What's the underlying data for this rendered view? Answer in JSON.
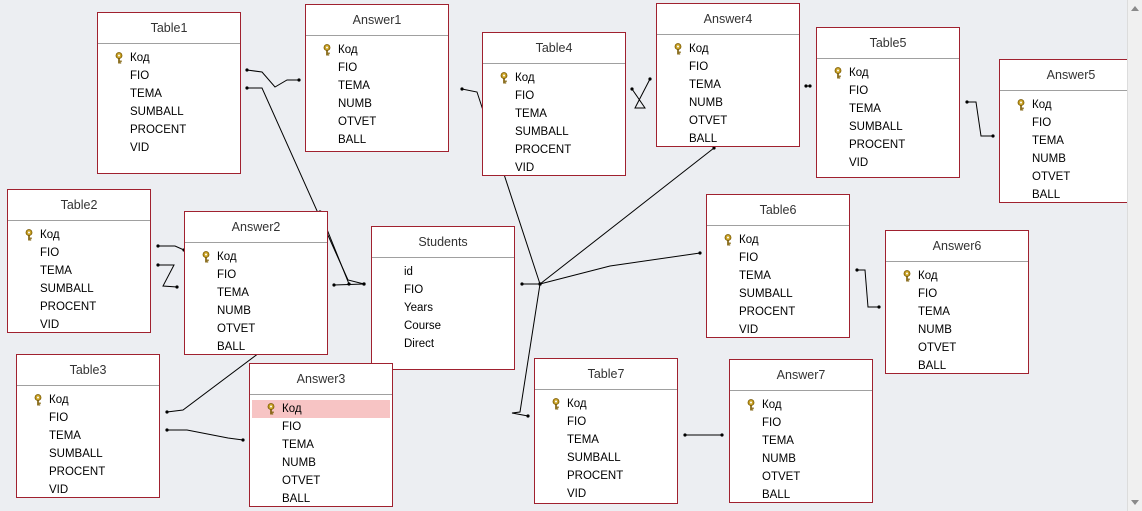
{
  "diagram": {
    "tables": [
      {
        "id": "table1",
        "title": "Table1",
        "fields": [
          "Код",
          "FIO",
          "TEMA",
          "SUMBALL",
          "PROCENT",
          "VID"
        ]
      },
      {
        "id": "answer1",
        "title": "Answer1",
        "fields": [
          "Код",
          "FIO",
          "TEMA",
          "NUMB",
          "OTVET",
          "BALL"
        ]
      },
      {
        "id": "table4",
        "title": "Table4",
        "fields": [
          "Код",
          "FIO",
          "TEMA",
          "SUMBALL",
          "PROCENT",
          "VID"
        ]
      },
      {
        "id": "answer4",
        "title": "Answer4",
        "fields": [
          "Код",
          "FIO",
          "TEMA",
          "NUMB",
          "OTVET",
          "BALL"
        ]
      },
      {
        "id": "table5",
        "title": "Table5",
        "fields": [
          "Код",
          "FIO",
          "TEMA",
          "SUMBALL",
          "PROCENT",
          "VID"
        ]
      },
      {
        "id": "answer5",
        "title": "Answer5",
        "fields": [
          "Код",
          "FIO",
          "TEMA",
          "NUMB",
          "OTVET",
          "BALL"
        ]
      },
      {
        "id": "table2",
        "title": "Table2",
        "fields": [
          "Код",
          "FIO",
          "TEMA",
          "SUMBALL",
          "PROCENT",
          "VID"
        ]
      },
      {
        "id": "answer2",
        "title": "Answer2",
        "fields": [
          "Код",
          "FIO",
          "TEMA",
          "NUMB",
          "OTVET",
          "BALL"
        ]
      },
      {
        "id": "students",
        "title": "Students",
        "fields": [
          "id",
          "FIO",
          "Years",
          "Course",
          "Direct"
        ]
      },
      {
        "id": "table6",
        "title": "Table6",
        "fields": [
          "Код",
          "FIO",
          "TEMA",
          "SUMBALL",
          "PROCENT",
          "VID"
        ]
      },
      {
        "id": "answer6",
        "title": "Answer6",
        "fields": [
          "Код",
          "FIO",
          "TEMA",
          "NUMB",
          "OTVET",
          "BALL"
        ]
      },
      {
        "id": "table3",
        "title": "Table3",
        "fields": [
          "Код",
          "FIO",
          "TEMA",
          "SUMBALL",
          "PROCENT",
          "VID"
        ]
      },
      {
        "id": "answer3",
        "title": "Answer3",
        "fields": [
          "Код",
          "FIO",
          "TEMA",
          "NUMB",
          "OTVET",
          "BALL"
        ],
        "selected_field": 0
      },
      {
        "id": "table7",
        "title": "Table7",
        "fields": [
          "Код",
          "FIO",
          "TEMA",
          "SUMBALL",
          "PROCENT",
          "VID"
        ]
      },
      {
        "id": "answer7",
        "title": "Answer7",
        "fields": [
          "Код",
          "FIO",
          "TEMA",
          "NUMB",
          "OTVET",
          "BALL"
        ]
      }
    ],
    "key_field": "Код",
    "colors": {
      "table_border": "#a0212f",
      "link_line": "#000000",
      "selected_row": "#f7c4c4",
      "background": "#eceef2",
      "key_icon": "#c9a227"
    }
  }
}
